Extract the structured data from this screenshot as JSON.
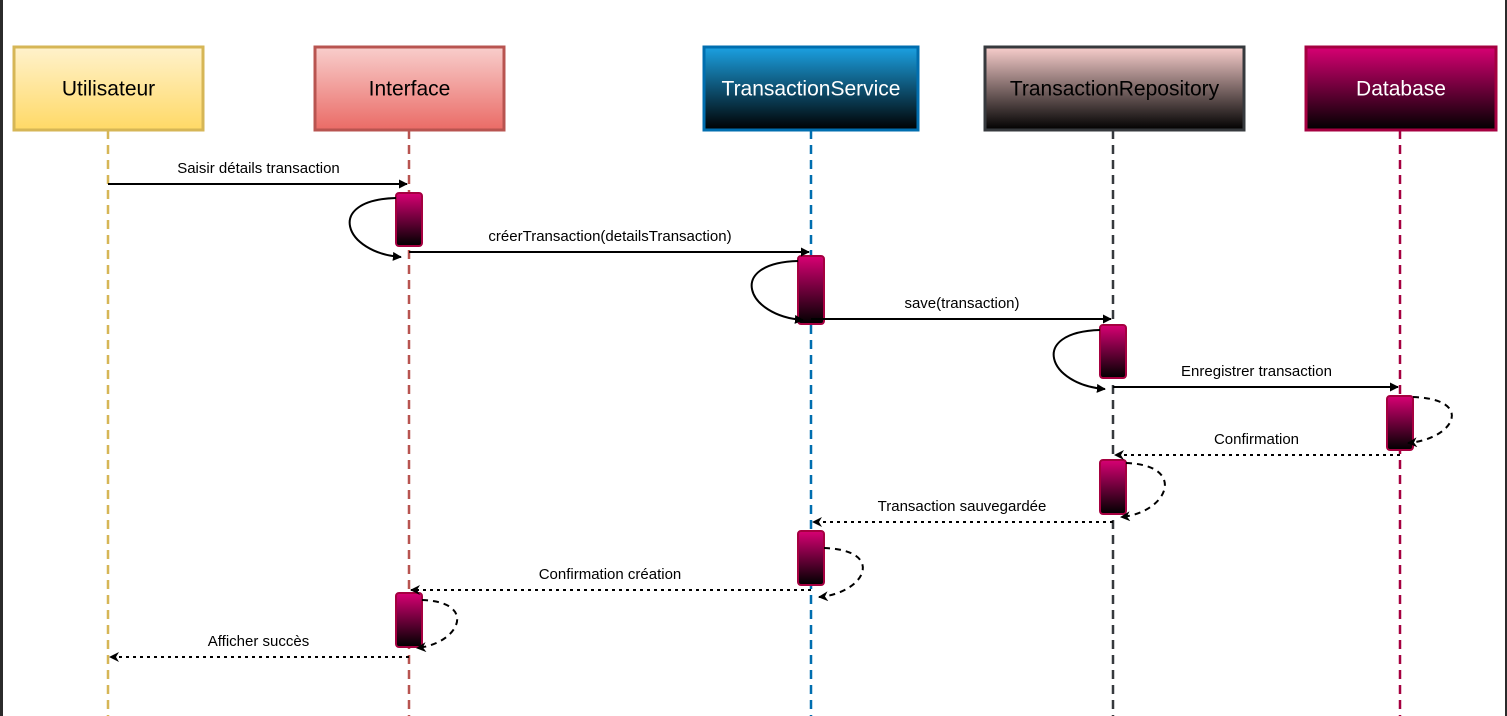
{
  "diagram": {
    "participants": [
      {
        "id": "user",
        "label": "Utilisateur",
        "fill_top": "#fff2cc",
        "fill_bottom": "#ffd966",
        "border": "#d6b656",
        "text": "#000000",
        "lifeline": "#d6b656"
      },
      {
        "id": "ui",
        "label": "Interface",
        "fill_top": "#f8cecc",
        "fill_bottom": "#ea6b66",
        "border": "#b85450",
        "text": "#000000",
        "lifeline": "#b85450"
      },
      {
        "id": "svc",
        "label": "TransactionService",
        "fill_top": "#1ba1e2",
        "fill_bottom": "#000000",
        "border": "#006eaf",
        "text": "#ffffff",
        "lifeline": "#006eaf"
      },
      {
        "id": "repo",
        "label": "TransactionRepository",
        "fill_top": "#f8cecc",
        "fill_bottom": "#000000",
        "border": "#36393d",
        "text": "#000000",
        "lifeline": "#36393d"
      },
      {
        "id": "db",
        "label": "Database",
        "fill_top": "#d80073",
        "fill_bottom": "#000000",
        "border": "#a50040",
        "text": "#ffffff",
        "lifeline": "#a50040"
      }
    ],
    "messages": [
      {
        "label": "Saisir détails transaction",
        "from": "user",
        "to": "ui",
        "style": "solid"
      },
      {
        "label": "créerTransaction(detailsTransaction)",
        "from": "ui",
        "to": "svc",
        "style": "solid"
      },
      {
        "label": "save(transaction)",
        "from": "svc",
        "to": "repo",
        "style": "solid"
      },
      {
        "label": "Enregistrer transaction",
        "from": "repo",
        "to": "db",
        "style": "solid"
      },
      {
        "label": "Confirmation",
        "from": "db",
        "to": "repo",
        "style": "dashed"
      },
      {
        "label": "Transaction sauvegardée",
        "from": "repo",
        "to": "svc",
        "style": "dashed"
      },
      {
        "label": "Confirmation création",
        "from": "svc",
        "to": "ui",
        "style": "dashed"
      },
      {
        "label": "Afficher succès",
        "from": "ui",
        "to": "user",
        "style": "dashed"
      }
    ],
    "activation_colors": {
      "top": "#d80073",
      "bottom": "#000000",
      "border": "#a50040"
    }
  }
}
